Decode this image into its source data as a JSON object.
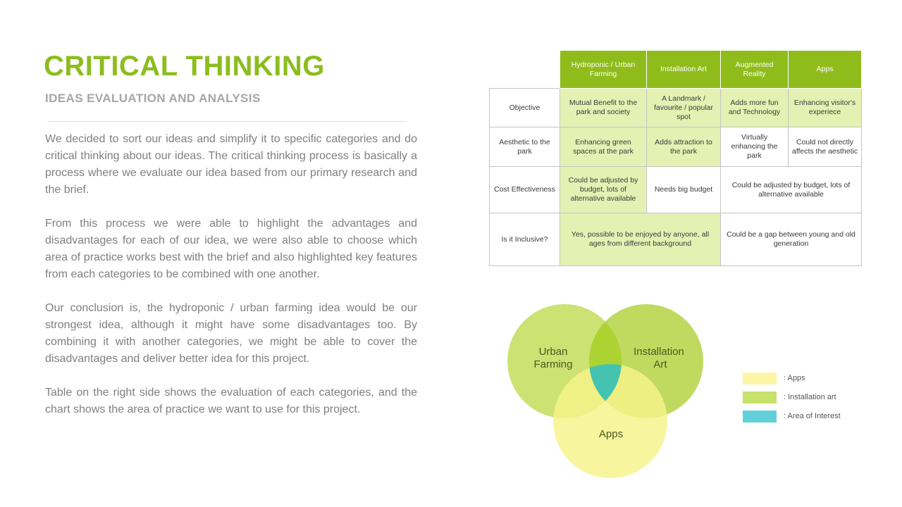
{
  "title": "CRITICAL THINKING",
  "subtitle": "IDEAS EVALUATION AND ANALYSIS",
  "paragraphs": [
    "We decided to sort our ideas and simplify it to specific categories and do critical thinking about our ideas. The critical thinking process is basically a process where we evaluate our idea based from our primary research and the brief.",
    "From this process we were able to highlight the advantages and disadvantages for each of our idea, we were also able to choose which area of practice works best with the brief and also highlighted key features from each categories to be combined with one another.",
    "Our conclusion is, the hydroponic / urban farming idea would be our strongest idea, although it might have some disadvantages too. By combining it with another categories, we might be able to cover the disadvantages and deliver better idea for this project.",
    "Table on the right side shows the evaluation of each categories, and the chart shows the area of practice we want to use for this project."
  ],
  "table": {
    "headers": [
      "Hydroponic / Urban Farming",
      "Installation Art",
      "Augmented Reality",
      "Apps"
    ],
    "rows": {
      "objective": {
        "label": "Objective",
        "cells": [
          "Mutual Benefit to the park and society",
          "A Landmark / favourite / popular spot",
          "Adds more fun and Technology",
          "Enhancing visitor's experiece"
        ]
      },
      "aesthetic": {
        "label": "Aesthetic to the park",
        "cells": [
          "Enhancing green spaces at the park",
          "Adds attraction to the park",
          "Virtually enhancing the park",
          "Could not directly affects the aesthetic"
        ]
      },
      "cost": {
        "label": "Cost Effectiveness",
        "cells": [
          "Could be adjusted by budget, lots of alternative available",
          "Needs big budget",
          "Could be adjusted by budget, lots of alternative available"
        ]
      },
      "inclusive": {
        "label": "Is it Inclusive?",
        "cells": [
          "Yes, possible to be enjoyed by anyone, all ages from different background",
          "Could be a gap between young and old generation"
        ]
      }
    }
  },
  "venn": {
    "labels": {
      "urban_farming_line1": "Urban",
      "urban_farming_line2": "Farming",
      "installation_line1": "Installation",
      "installation_line2": "Art",
      "apps": "Apps"
    },
    "colors": {
      "urban_farming": "#c3dd5a",
      "installation": "#b5d444",
      "apps": "#f7f38a",
      "area_of_interest": "#44c3b0"
    }
  },
  "legend": [
    {
      "label": ": Apps",
      "color": "#fdf5a6"
    },
    {
      "label": ": Installation art",
      "color": "#c6e26a"
    },
    {
      "label": ": Area of Interest",
      "color": "#62d0d8"
    }
  ]
}
